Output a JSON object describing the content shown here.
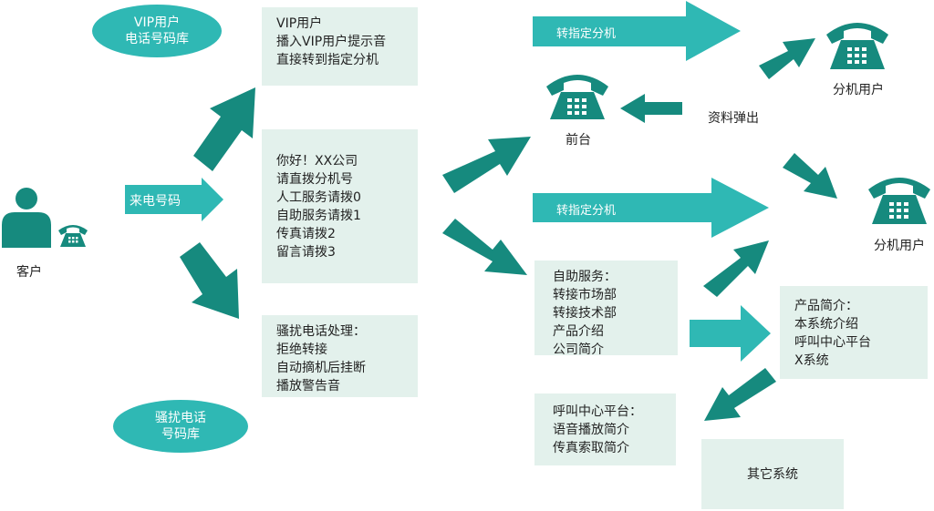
{
  "colors": {
    "teal_dark": "#168a7e",
    "teal_light": "#2fb8b4",
    "box_bg": "#e3f1ec"
  },
  "icons": {
    "phone": "telephone-icon",
    "person": "person-icon"
  },
  "vip_library": [
    "VIP用户",
    "电话号码库"
  ],
  "harass_library": [
    "骚扰电话",
    "号码库"
  ],
  "customer_label": "客户",
  "incoming_label": "来电号码",
  "vip_box": [
    "VIP用户",
    "播入VIP用户提示音",
    "直接转到指定分机"
  ],
  "greeting_box": [
    "你好！XX公司",
    "请直拨分机号",
    "人工服务请拨0",
    "自助服务请拨1",
    "传真请拨2",
    "留言请拨3"
  ],
  "harass_box": [
    "骚扰电话处理：",
    "拒绝转接",
    "自动摘机后挂断",
    "播放警告音"
  ],
  "transfer_label_1": "转指定分机",
  "transfer_label_2": "转指定分机",
  "front_desk_label": "前台",
  "info_popup_label": "资料弹出",
  "ext_user_label_1": "分机用户",
  "ext_user_label_2": "分机用户",
  "self_service_box": [
    "自助服务：",
    "转接市场部",
    "转接技术部",
    "产品介绍",
    "公司简介"
  ],
  "product_box": [
    "产品简介：",
    "本系统介绍",
    "呼叫中心平台",
    "X系统"
  ],
  "callcenter_box": [
    "呼叫中心平台：",
    "语音播放简介",
    "传真索取简介"
  ],
  "other_system_label": "其它系统"
}
